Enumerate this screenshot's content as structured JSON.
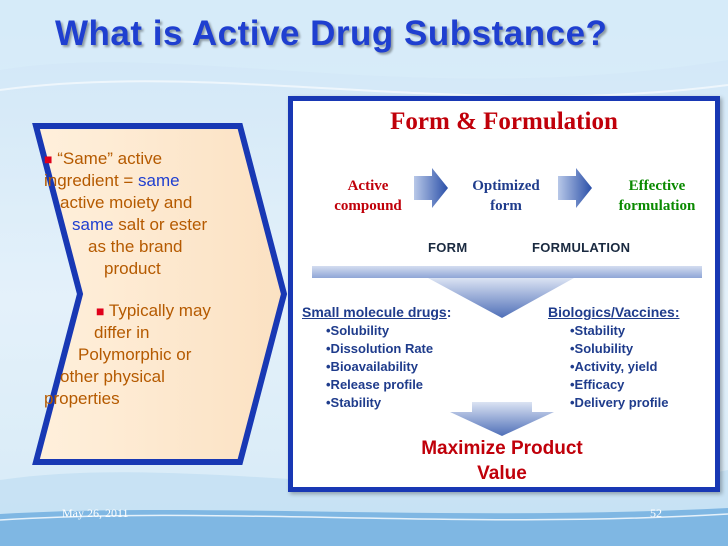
{
  "slide": {
    "title": "What is Active Drug Substance?",
    "left_panel": {
      "line1_quote": "“Same” active",
      "line2_a": "ingredient = ",
      "line2_b": "same",
      "line3": "active moiety and",
      "line4_a": "same",
      "line4_b": " salt or ester",
      "line5": "as the brand",
      "line6": "product",
      "bullet2_line1": "Typically may",
      "bullet2_line2": "differ in",
      "bullet2_line3": "Polymorphic or",
      "bullet2_line4": "other physical",
      "bullet2_line5": "properties",
      "bullet_glyph": "■"
    },
    "diagram": {
      "title": "Form & Formulation",
      "stage1_line1": "Active",
      "stage1_line2": "compound",
      "stage2_line1": "Optimized",
      "stage2_line2": "form",
      "stage3_line1": "Effective",
      "stage3_line2": "formulation",
      "label_form": "FORM",
      "label_formulation": "FORMULATION",
      "left_head": "Small molecule drugs",
      "left_head_suffix": ":",
      "left_items": [
        "•Solubility",
        "•Dissolution Rate",
        "•Bioavailability",
        "•Release profile",
        "•Stability"
      ],
      "right_head": "Biologics/Vaccines:",
      "right_items": [
        "•Stability",
        "•Solubility",
        "•Activity, yield",
        "•Efficacy",
        "•Delivery profile"
      ],
      "result_line1": "Maximize Product",
      "result_line2": "Value"
    },
    "footer": {
      "date": "May 26, 2011",
      "page": "52"
    }
  }
}
